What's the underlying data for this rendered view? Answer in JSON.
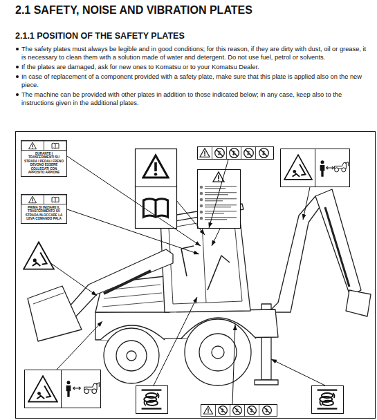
{
  "diagram": {
    "title": "2.1 SAFETY, NOISE AND VIBRATION PLATES",
    "nodes": [
      {
        "text": [
          "DURANTE I TRASFERIMENTI SU STRADA I PEDALI FRENO DEVONO ESSERE COLLEGATI CON APPOSITO ARPIONE"
        ]
      },
      {
        "text": [
          "PRIMA DI INIZIARE IL TRASFERIMENTO SU STRADA BLOCCARE LA LEVA COMANDO PALA"
        ]
      }
    ],
    "labels": [
      "2.1.1 POSITION OF THE SAFETY PLATES",
      "The safety plates must always be legible and in good conditions; for this reason, if they are dirty with dust, oil or grease, it is necessary to clean them with a solution made of water and detergent. Do not use fuel, petrol or solvents.",
      "If the plates are damaged, ask for new ones to Komatsu or to your Komatsu Dealer.",
      "In case of replacement of a component provided with a safety plate, make sure that this plate is applied also on the new piece.",
      "The machine can be provided with other plates in addition to those indicated below; in any case, keep also to the instructions given in the additional plates."
    ]
  }
}
